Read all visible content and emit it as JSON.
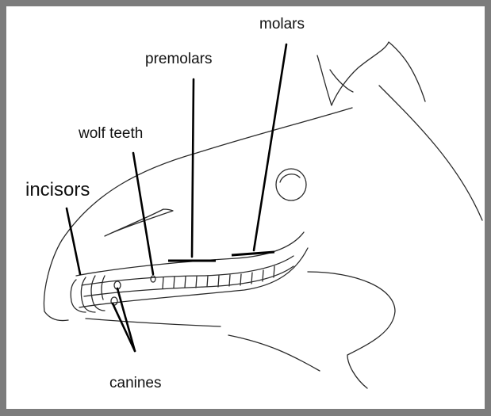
{
  "labels": {
    "molars": "molars",
    "premolars": "premolars",
    "wolf_teeth": "wolf teeth",
    "incisors": "incisors",
    "canines": "canines"
  },
  "colors": {
    "frame": "#7c7c7c",
    "background": "#ffffff",
    "ink": "#000000"
  }
}
